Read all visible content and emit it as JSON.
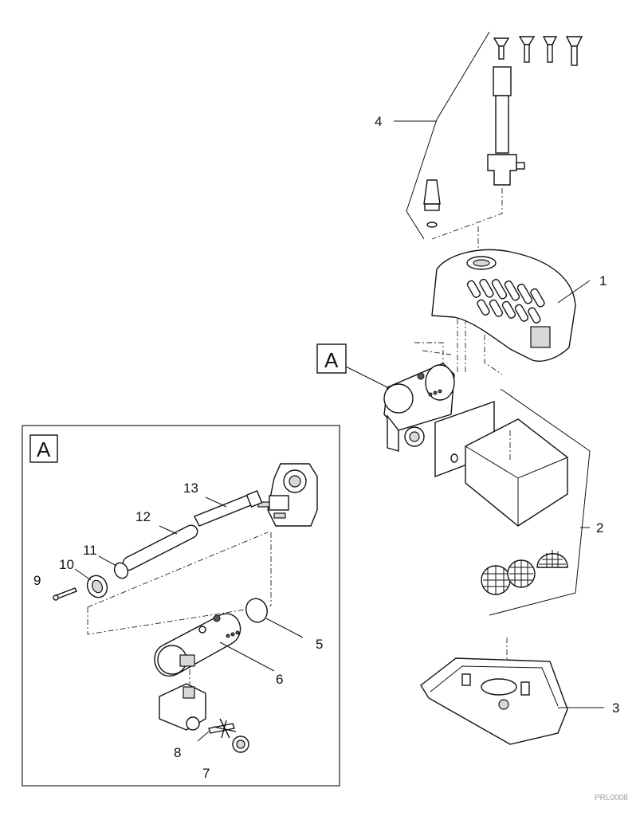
{
  "callouts": {
    "p1": "1",
    "p2": "2",
    "p3": "3",
    "p4": "4",
    "p5": "5",
    "p6": "6",
    "p7": "7",
    "p8": "8",
    "p9": "9",
    "p10": "10",
    "p11": "11",
    "p12": "12",
    "p13": "13"
  },
  "detail_marker": "A",
  "inset_marker": "A",
  "drawing_code": "PRL0008"
}
